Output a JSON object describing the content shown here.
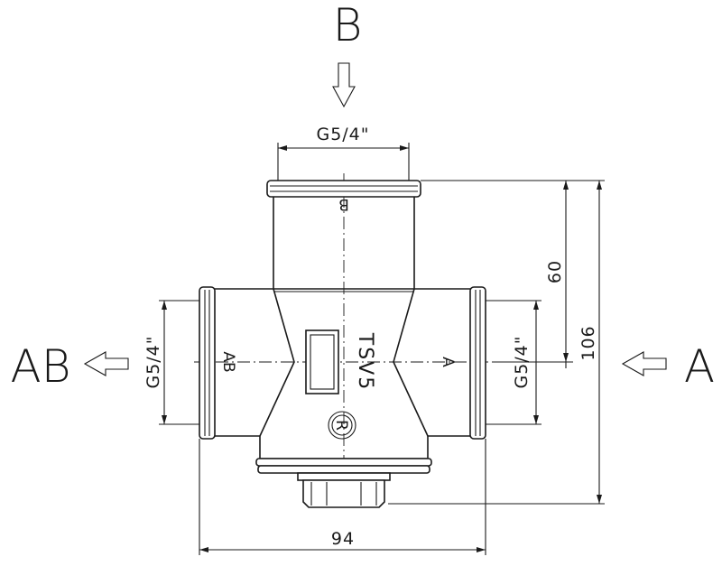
{
  "ports": {
    "top": "B",
    "left": "AB",
    "right": "A"
  },
  "dimensions": {
    "top_thread": "G5/4\"",
    "left_thread": "G5/4\"",
    "right_thread": "G5/4\"",
    "height_to_center": "60",
    "total_height": "106",
    "total_width": "94"
  },
  "body_markings": {
    "model": "TSV5",
    "port_b": "B",
    "port_ab": "AB",
    "port_a": "A",
    "logo": "R"
  }
}
